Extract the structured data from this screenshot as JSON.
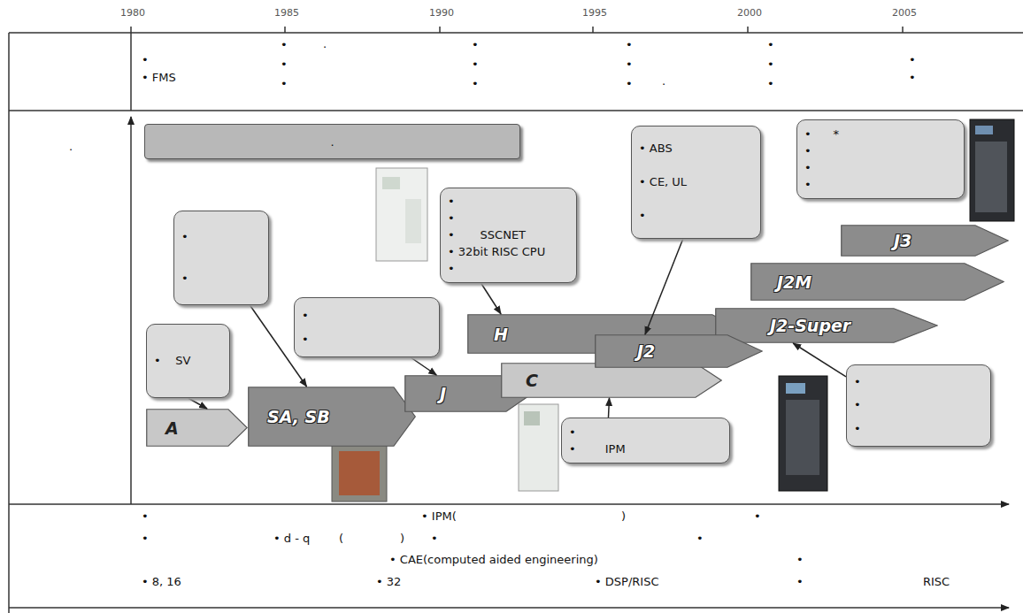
{
  "diagram": {
    "nodes": [
      {
        "text": [
          "."
        ]
      },
      {
        "text": [
          "• ABS",
          "• CE, UL",
          "•"
        ]
      },
      {
        "text": [
          "•      *",
          "•",
          "•",
          "•"
        ]
      },
      {
        "text": [
          "J3"
        ]
      },
      {
        "text": [
          "•",
          "•"
        ]
      },
      {
        "text": [
          "•",
          "•",
          "•       SSCNET",
          "• 32bit RISC CPU",
          "•"
        ]
      },
      {
        "text": [
          "J2M"
        ]
      },
      {
        "text": [
          "•",
          "•"
        ]
      },
      {
        "text": [
          "H"
        ]
      },
      {
        "text": [
          "J2-Super"
        ]
      },
      {
        "text": [
          "•    SV"
        ]
      },
      {
        "text": [
          "J2"
        ]
      },
      {
        "text": [
          "J"
        ]
      },
      {
        "text": [
          "C"
        ]
      },
      {
        "text": [
          "•",
          "•",
          "•"
        ]
      },
      {
        "text": [
          "SA, SB"
        ]
      },
      {
        "text": [
          "A"
        ]
      },
      {
        "text": [
          "•",
          "•        IPM"
        ]
      }
    ],
    "edges": [
      {
        "from": 10,
        "to": 16,
        "arrow": "to"
      },
      {
        "from": 4,
        "to": 15,
        "arrow": "to"
      },
      {
        "from": 7,
        "to": 12,
        "arrow": "to"
      },
      {
        "from": 5,
        "to": 8,
        "arrow": "to"
      },
      {
        "from": 1,
        "to": 11,
        "arrow": "to"
      },
      {
        "from": 17,
        "to": 13,
        "arrow": "to"
      },
      {
        "from": 14,
        "to": 9,
        "arrow": "to"
      }
    ],
    "labels": [
      "1980",
      "1985",
      "1990",
      "1995",
      "2000",
      "2005",
      "•",
      "• FMS",
      "•",
      ".",
      "•",
      "•",
      "•",
      "•",
      "•",
      "•",
      "•",
      "•",
      ".",
      "•",
      "•",
      "•",
      "•",
      "•",
      ".",
      "•",
      "• IPM(",
      ")",
      "•",
      "•",
      "• d - q",
      "(",
      ")",
      "•",
      "•",
      "• CAE(computed aided engineering)",
      "•",
      "• 8, 16",
      "• 32",
      "• DSP/RISC",
      "•",
      "RISC"
    ]
  }
}
